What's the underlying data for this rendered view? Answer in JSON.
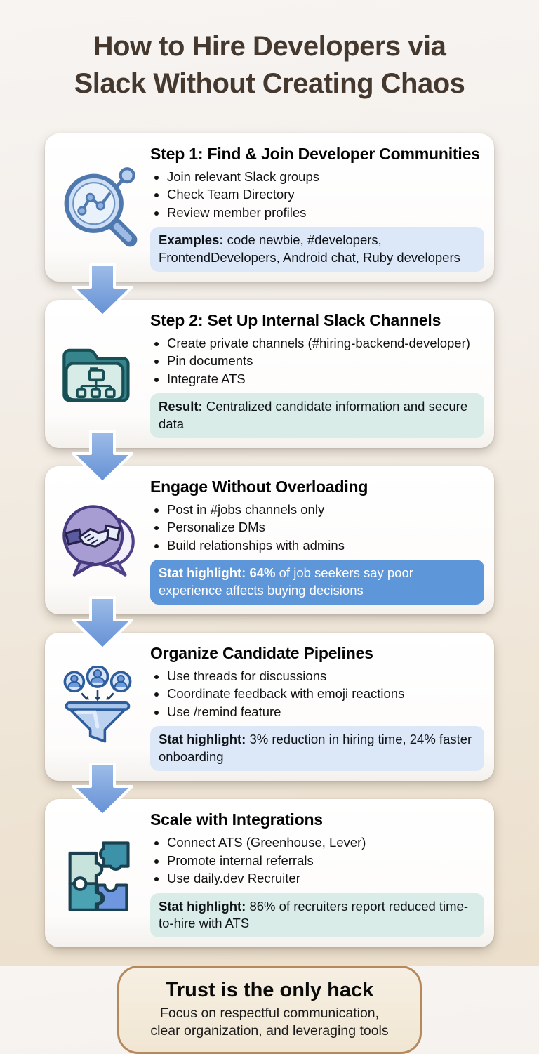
{
  "title": {
    "line1": "How to Hire Developers via",
    "line2": "Slack Without Creating Chaos"
  },
  "steps": [
    {
      "icon": "magnifier-chart-icon",
      "heading": "Step 1: Find & Join Developer Communities",
      "bullets": [
        "Join relevant Slack groups",
        "Check Team Directory",
        "Review member profiles"
      ],
      "highlight": {
        "label": "Examples:",
        "text": " code newbie, #developers, FrontendDevelopers, Android chat, Ruby developers"
      }
    },
    {
      "icon": "folder-structure-icon",
      "heading": "Step 2: Set Up Internal Slack Channels",
      "bullets": [
        "Create private channels (#hiring-backend-developer)",
        "Pin documents",
        "Integrate ATS"
      ],
      "highlight": {
        "label": "Result:",
        "text": " Centralized candidate information and secure data"
      }
    },
    {
      "icon": "handshake-bubble-icon",
      "heading": "Engage Without Overloading",
      "bullets": [
        "Post in #jobs channels only",
        "Personalize DMs",
        "Build relationships with admins"
      ],
      "highlight": {
        "label": "Stat highlight: 64%",
        "text": " of job seekers say poor experience affects buying decisions"
      }
    },
    {
      "icon": "funnel-candidates-icon",
      "heading": "Organize Candidate Pipelines",
      "bullets": [
        "Use threads for discussions",
        "Coordinate feedback with emoji reactions",
        "Use /remind feature"
      ],
      "highlight": {
        "label": "Stat highlight:",
        "text": " 3% reduction in hiring time, 24% faster onboarding"
      }
    },
    {
      "icon": "puzzle-pieces-icon",
      "heading": "Scale with Integrations",
      "bullets": [
        "Connect ATS (Greenhouse, Lever)",
        "Promote internal referrals",
        "Use daily.dev Recruiter"
      ],
      "highlight": {
        "label": "Stat highlight:",
        "text": " 86% of recruiters report reduced time-to-hire with ATS"
      }
    }
  ],
  "footer": {
    "title": "Trust is the only hack",
    "subtitle_line1": "Focus on respectful communication,",
    "subtitle_line2": "clear organization, and leveraging tools"
  },
  "colors": {
    "title_text": "#45392f",
    "stat_solid_blue": "#5e96da",
    "highlight_light_blue": "#dce8f7",
    "highlight_light_teal": "#d9ece8",
    "arrow_blue": "#6f9cdc",
    "footer_border": "#b5895c"
  }
}
